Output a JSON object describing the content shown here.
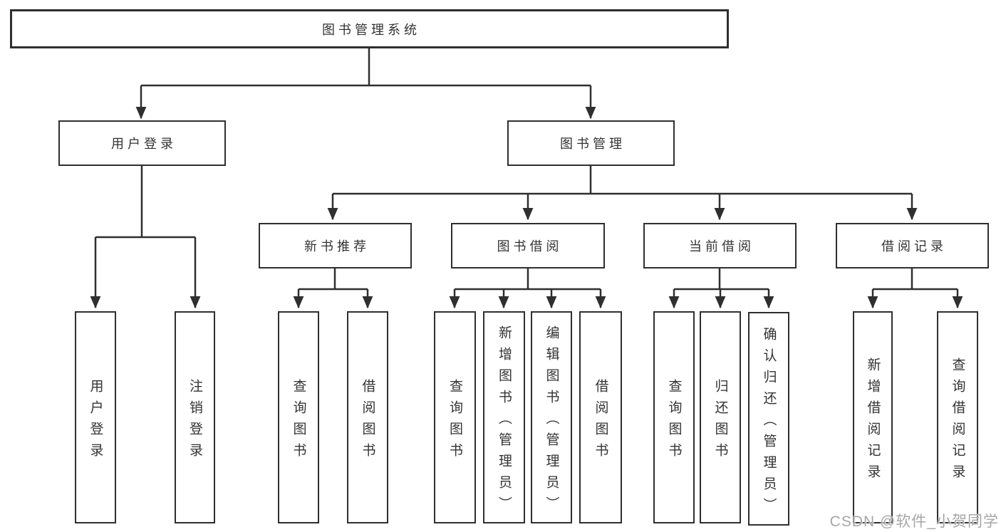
{
  "diagram": {
    "root": "图书管理系统",
    "branches": [
      {
        "label": "用户登录",
        "children": [
          "用户登录",
          "注销登录"
        ]
      },
      {
        "label": "图书管理",
        "sections": [
          {
            "label": "新书推荐",
            "children": [
              "查询图书",
              "借阅图书"
            ]
          },
          {
            "label": "图书借阅",
            "children": [
              "查询图书",
              "新增图书（管理员）",
              "编辑图书（管理员）",
              "借阅图书"
            ]
          },
          {
            "label": "当前借阅",
            "children": [
              "查询图书",
              "归还图书",
              "确认归还（管理员）"
            ]
          },
          {
            "label": "借阅记录",
            "children": [
              "新增借阅记录",
              "查询借阅记录"
            ]
          }
        ]
      }
    ]
  },
  "watermark": "CSDN @软件_小贺同学",
  "colors": {
    "line": "#2f2f2f",
    "text": "#333333",
    "background": "#ffffff",
    "watermark": "#a6a6a6"
  }
}
